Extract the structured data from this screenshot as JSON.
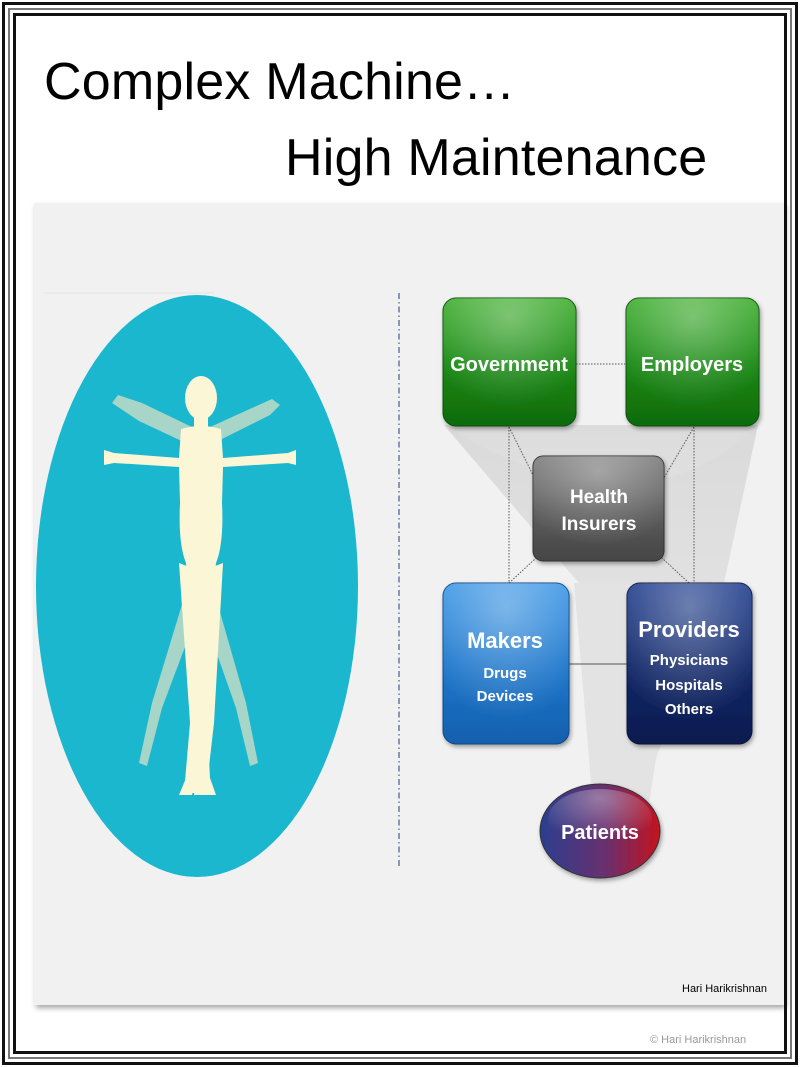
{
  "title": {
    "line1": "Complex Machine…",
    "line2": "High Maintenance"
  },
  "diagram": {
    "nodes": {
      "government": {
        "label": "Government",
        "color": "#1a8a14"
      },
      "employers": {
        "label": "Employers",
        "color": "#1a8a14"
      },
      "insurers": {
        "line1": "Health",
        "line2": "Insurers",
        "color": "#5e5e5e"
      },
      "makers": {
        "title": "Makers",
        "sub1": "Drugs",
        "sub2": "Devices",
        "color": "#1f78cc"
      },
      "providers": {
        "title": "Providers",
        "sub1": "Physicians",
        "sub2": "Hospitals",
        "sub3": "Others",
        "color": "#12286a"
      },
      "patients": {
        "label": "Patients",
        "color_left": "#2a3f8f",
        "color_right": "#c3141e"
      }
    },
    "figure_circle_color": "#1ab7cf",
    "figure_color": "#fbf6d6"
  },
  "author": "Hari Harikrishnan",
  "copyright": "© Hari Harikrishnan"
}
